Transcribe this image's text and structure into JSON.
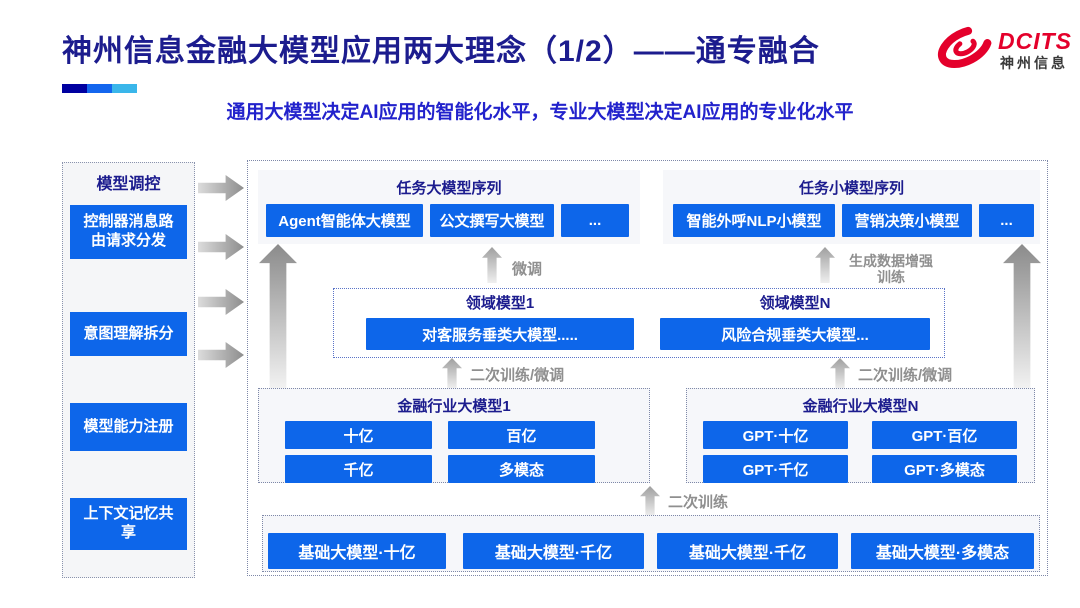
{
  "header": {
    "title": "神州信息金融大模型应用两大理念（1/2）——通专融合",
    "subtitle": "通用大模型决定AI应用的智能化水平，专业大模型决定AI应用的专业化水平",
    "logo": {
      "brand": "DCITS",
      "brand_cn": "神州信息"
    }
  },
  "sidebar": {
    "title": "模型调控",
    "items": [
      {
        "label": "控制器消息路由请求分发"
      },
      {
        "label": "意图理解拆分"
      },
      {
        "label": "模型能力注册"
      },
      {
        "label": "上下文记忆共享"
      }
    ]
  },
  "diagram": {
    "task_large_panel": {
      "title": "任务大模型序列",
      "items": [
        "Agent智能体大模型",
        "公文撰写大模型",
        "..."
      ]
    },
    "task_small_panel": {
      "title": "任务小模型序列",
      "items": [
        "智能外呼NLP小模型",
        "营销决策小模型",
        "..."
      ]
    },
    "domain_band": {
      "groups": [
        {
          "title": "领域模型1",
          "item": "对客服务垂类大模型....."
        },
        {
          "title": "领域模型N",
          "item": "风险合规垂类大模型..."
        }
      ]
    },
    "industry_band": {
      "groups": [
        {
          "title": "金融行业大模型1",
          "items": [
            "十亿",
            "百亿",
            "千亿",
            "多模态"
          ]
        },
        {
          "title": "金融行业大模型N",
          "items": [
            "GPT·十亿",
            "GPT·百亿",
            "GPT·千亿",
            "GPT·多模态"
          ]
        }
      ]
    },
    "base_band": {
      "items": [
        "基础大模型·十亿",
        "基础大模型·千亿",
        "基础大模型·千亿",
        "基础大模型·多模态"
      ]
    },
    "arrow_labels": {
      "fine_tune": "微调",
      "gen_data_line1": "生成数据增强",
      "gen_data_line2": "训练",
      "secondary_left": "二次训练/微调",
      "secondary_right": "二次训练/微调",
      "secondary_train": "二次训练"
    }
  },
  "colors": {
    "accent_segments": [
      "#0000a0",
      "#1466ee",
      "#3ab6ea"
    ],
    "button_blue": "#0d66ea",
    "title_navy": "#1c1c8e",
    "subtitle_blue": "#2222cc",
    "logo_red": "#e4002b"
  }
}
